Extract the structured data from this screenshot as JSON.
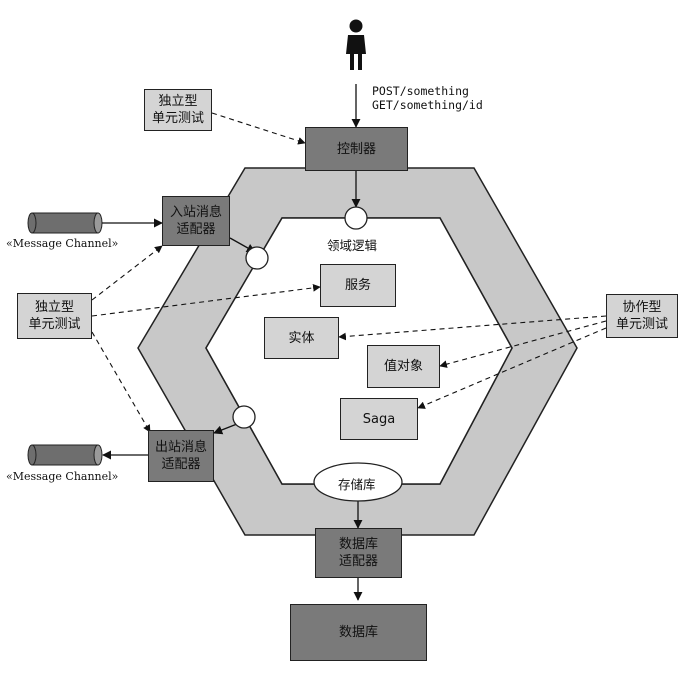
{
  "request": {
    "line1": "POST/something",
    "line2": "GET/something/id"
  },
  "controller": {
    "label": "控制器"
  },
  "inbound_adapter": {
    "line1": "入站消息",
    "line2": "适配器"
  },
  "outbound_adapter": {
    "line1": "出站消息",
    "line2": "适配器"
  },
  "db_adapter": {
    "line1": "数据库",
    "line2": "适配器"
  },
  "database": {
    "label": "数据库"
  },
  "domain_logic": {
    "label": "领域逻辑"
  },
  "repository": {
    "label": "存储库"
  },
  "service": {
    "label": "服务"
  },
  "entity": {
    "label": "实体"
  },
  "value_object": {
    "label": "值对象"
  },
  "saga": {
    "label": "Saga"
  },
  "unit_test_top": {
    "line1": "独立型",
    "line2": "单元测试"
  },
  "unit_test_left": {
    "line1": "独立型",
    "line2": "单元测试"
  },
  "unit_test_right": {
    "line1": "协作型",
    "line2": "单元测试"
  },
  "channel_in": {
    "label": "«Message Channel»"
  },
  "channel_out": {
    "label": "«Message Channel»"
  },
  "icons": {
    "actor": "person-icon",
    "channel": "cylinder-icon"
  },
  "colors": {
    "hex_ring": "#c8c8c8",
    "box_dark": "#7a7a7a",
    "box_light": "#d4d4d4"
  }
}
